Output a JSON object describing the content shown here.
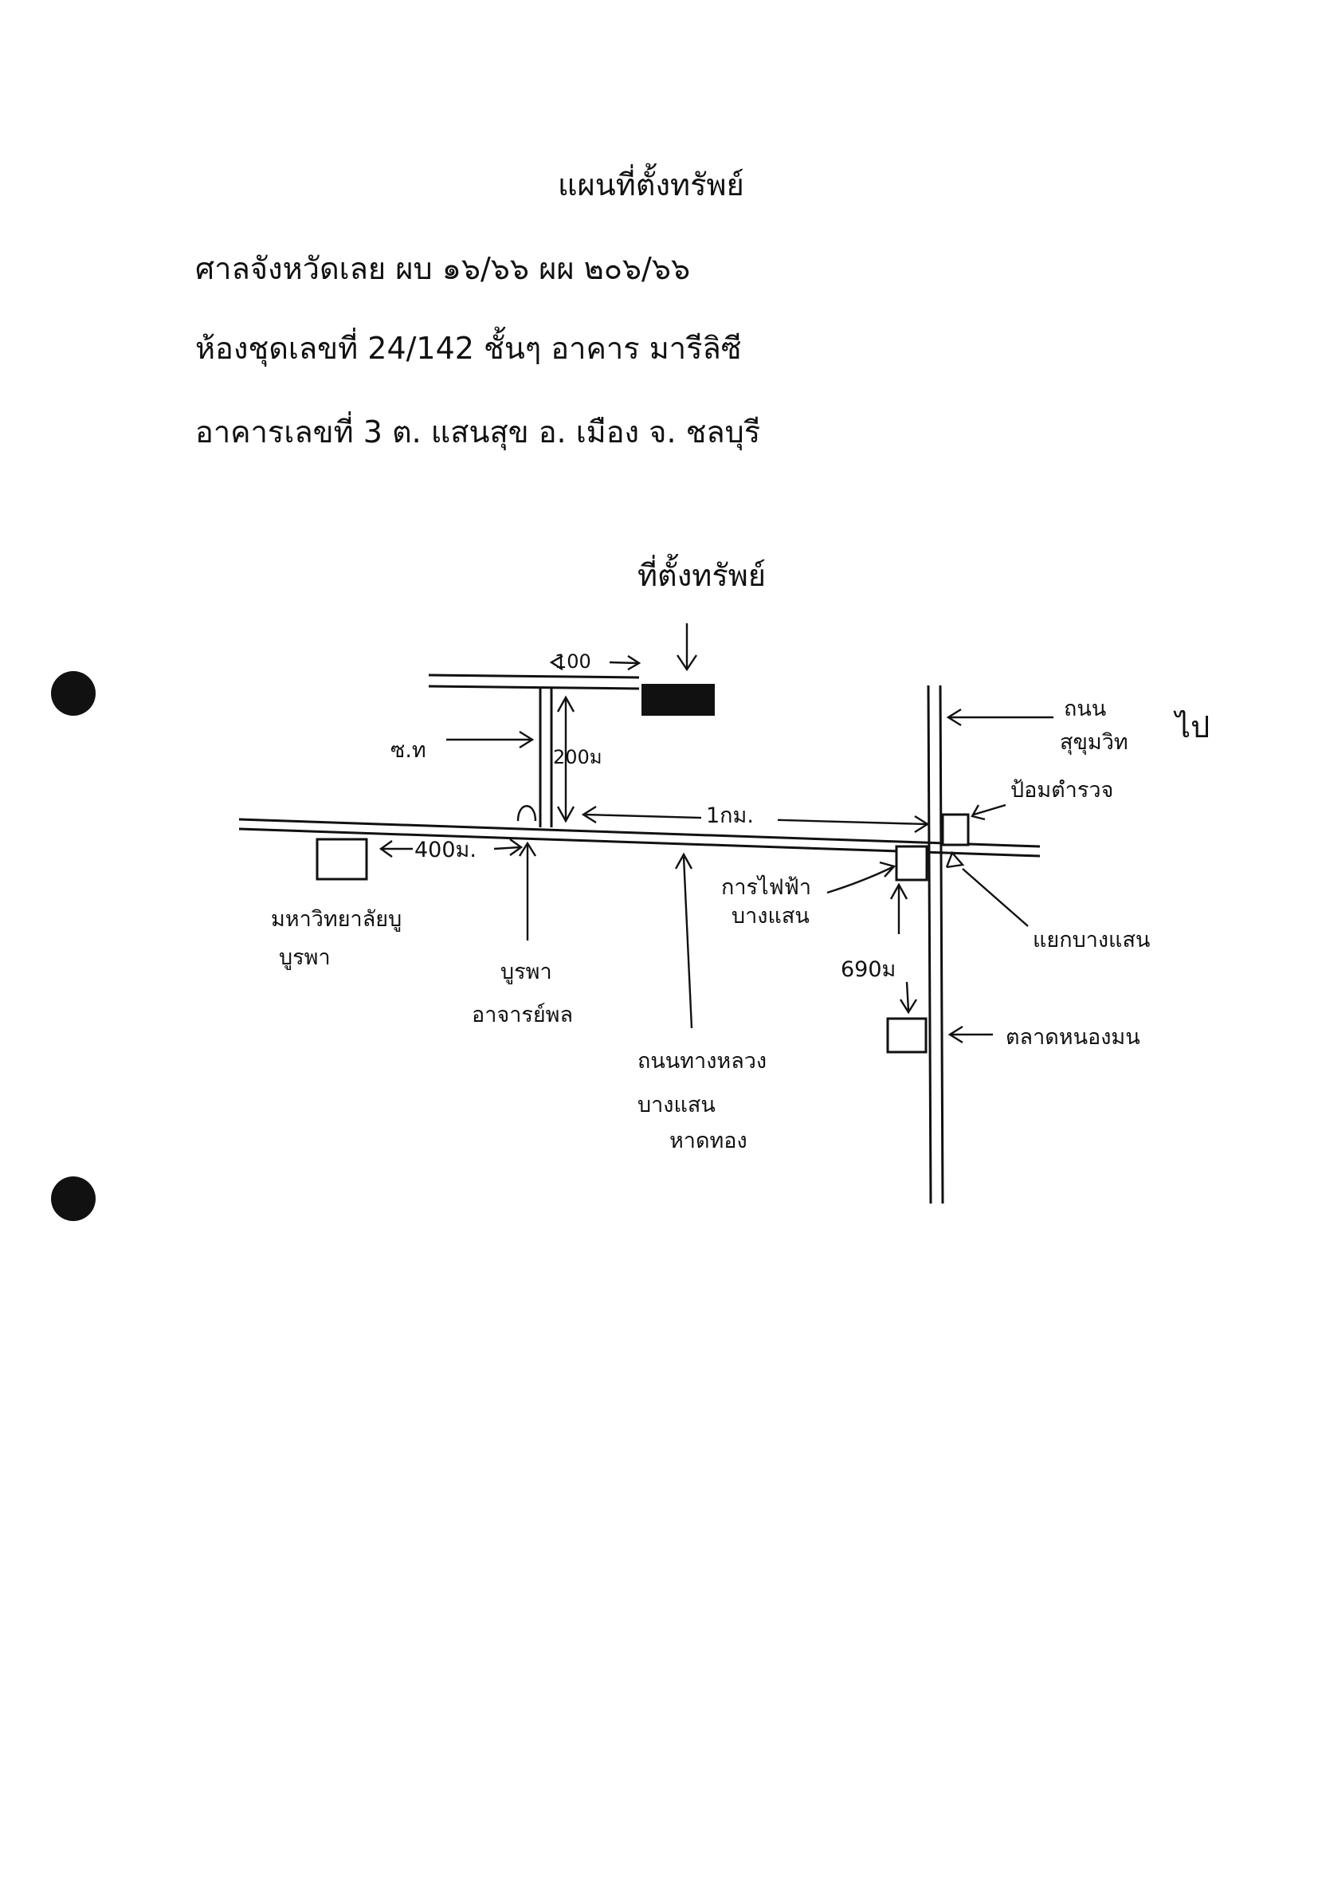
{
  "document": {
    "title": "แผนที่ตั้งทรัพย์",
    "lines": [
      "ศาลจังหวัดเลย ผบ ๑๖/๖๖ ผผ ๒๐๖/๖๖",
      "ห้องชุดเลขที่ 24/142 ชั้นๆ อาคาร มารีลิซี",
      "อาคารเลขที่ 3 ต. แสนสุข อ. เมือง จ. ชลบุรี"
    ]
  },
  "map": {
    "property_label": "ที่ตั้งทรัพย์",
    "dist_top": "100",
    "dist_vertical": "200ม",
    "soi_label": "ซ.ท",
    "dist_main": "1กม.",
    "dist_left": "400ม.",
    "road_east_label": [
      "ถนน",
      "สุขุมวิท"
    ],
    "direction_mark": "ไป",
    "police_box_label": "ป้อมตำรวจ",
    "hospital_label": [
      "มหาวิทยาลัยบู",
      "บูรพา"
    ],
    "university_label": [
      "บูรพา",
      "อาจารย์พล"
    ],
    "highway_label": [
      "ถนนทางหลวง",
      "บางแสน",
      "หาดทอง"
    ],
    "office_label": [
      "การไฟฟ้า",
      "บางแสน"
    ],
    "junction_label": "แยกบางแสน",
    "dist_market": "690ม",
    "market_label": "ตลาดหนองมน"
  },
  "colors": {
    "ink": "#111111",
    "paper": "#ffffff"
  }
}
